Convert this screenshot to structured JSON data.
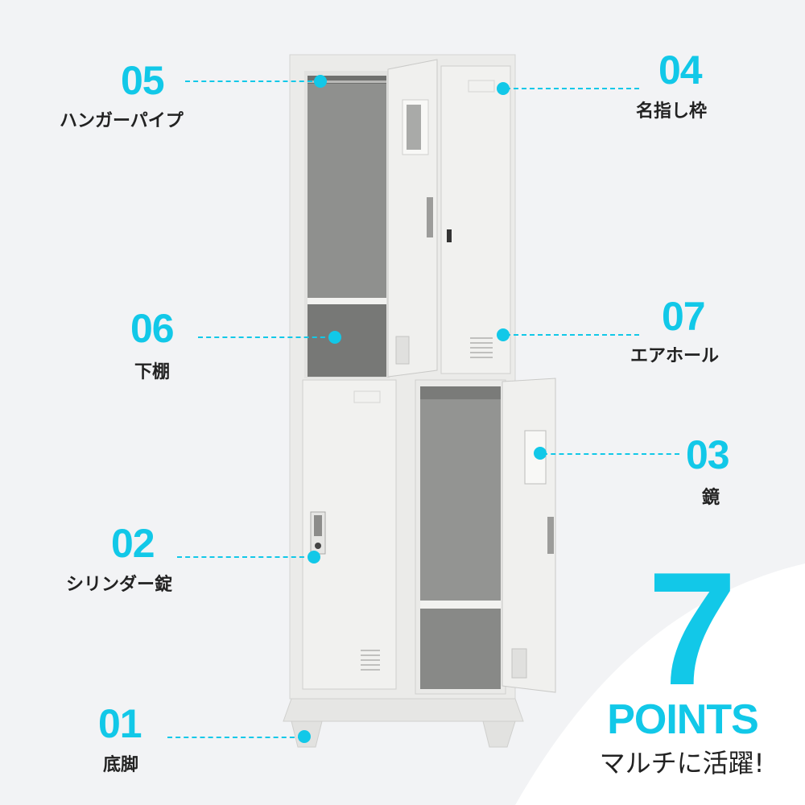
{
  "colors": {
    "accent": "#12c8e8",
    "background": "#f2f3f5",
    "text": "#222222",
    "cabinet": "#ececea",
    "interior": "#8e8f8d"
  },
  "callouts": [
    {
      "num": "05",
      "label": "ハンガーパイプ",
      "target": "hanger-pipe"
    },
    {
      "num": "04",
      "label": "名指し枠",
      "target": "name-plate-frame"
    },
    {
      "num": "06",
      "label": "下棚",
      "target": "lower-shelf"
    },
    {
      "num": "07",
      "label": "エアホール",
      "target": "air-vent"
    },
    {
      "num": "03",
      "label": "鏡",
      "target": "mirror"
    },
    {
      "num": "02",
      "label": "シリンダー錠",
      "target": "cylinder-lock"
    },
    {
      "num": "01",
      "label": "底脚",
      "target": "base-leg"
    }
  ],
  "headline": {
    "number": "7",
    "word": "POINTS",
    "tagline": "マルチに活躍!"
  }
}
